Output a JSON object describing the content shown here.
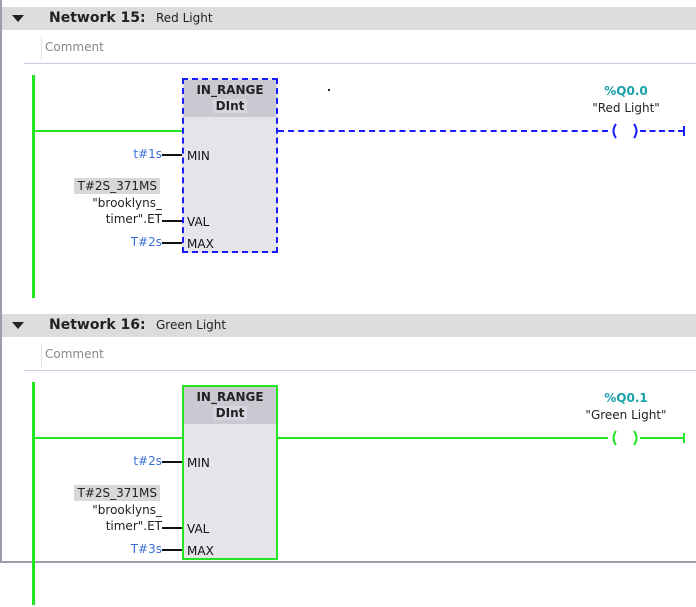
{
  "networks": [
    {
      "title": "Network 15:",
      "name": "Red Light",
      "comment": "Comment",
      "selected": true,
      "block": {
        "type": "IN_RANGE",
        "datatype": "DInt",
        "pins": {
          "min": "MIN",
          "val": "VAL",
          "max": "MAX"
        },
        "min": "t#1s",
        "val_live": "T#2S_371MS",
        "val_line1": "\"brooklyns_",
        "val_line2": "timer\".ET",
        "max": "T#2s"
      },
      "coil": {
        "address": "%Q0.0",
        "symbol": "\"Red Light\""
      }
    },
    {
      "title": "Network 16:",
      "name": "Green Light",
      "comment": "Comment",
      "selected": false,
      "block": {
        "type": "IN_RANGE",
        "datatype": "DInt",
        "pins": {
          "min": "MIN",
          "val": "VAL",
          "max": "MAX"
        },
        "min": "t#2s",
        "val_live": "T#2S_371MS",
        "val_line1": "\"brooklyns_",
        "val_line2": "timer\".ET",
        "max": "T#3s"
      },
      "coil": {
        "address": "%Q0.1",
        "symbol": "\"Green Light\""
      }
    }
  ],
  "colors": {
    "powerflow": "#22e622",
    "selection": "#1a1aff",
    "address": "#1aa0a8",
    "constant": "#3a6fd8"
  }
}
